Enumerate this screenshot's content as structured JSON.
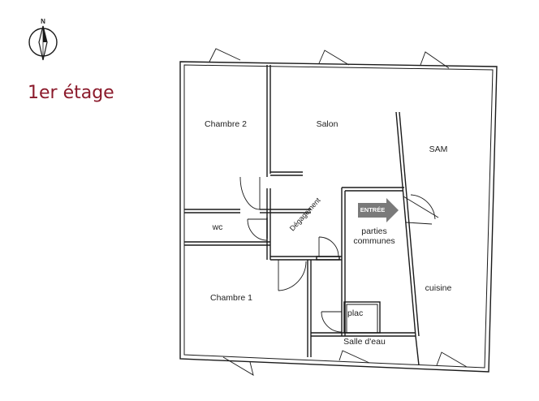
{
  "floor": "1er étage",
  "compass_letter": "N",
  "entry_label": "ENTRÉE",
  "rooms": {
    "chambre2": "Chambre 2",
    "salon": "Salon",
    "sam": "SAM",
    "wc": "wc",
    "degagement": "Dégagement",
    "parties_communes_1": "parties",
    "parties_communes_2": "communes",
    "chambre1": "Chambre 1",
    "cuisine": "cuisine",
    "placard": "plac",
    "salle_eau": "Salle d'eau"
  },
  "colors": {
    "floor_label": "#8b1a2b",
    "entry_arrow": "#7a7a7a",
    "walls": "#1a1a1a"
  }
}
